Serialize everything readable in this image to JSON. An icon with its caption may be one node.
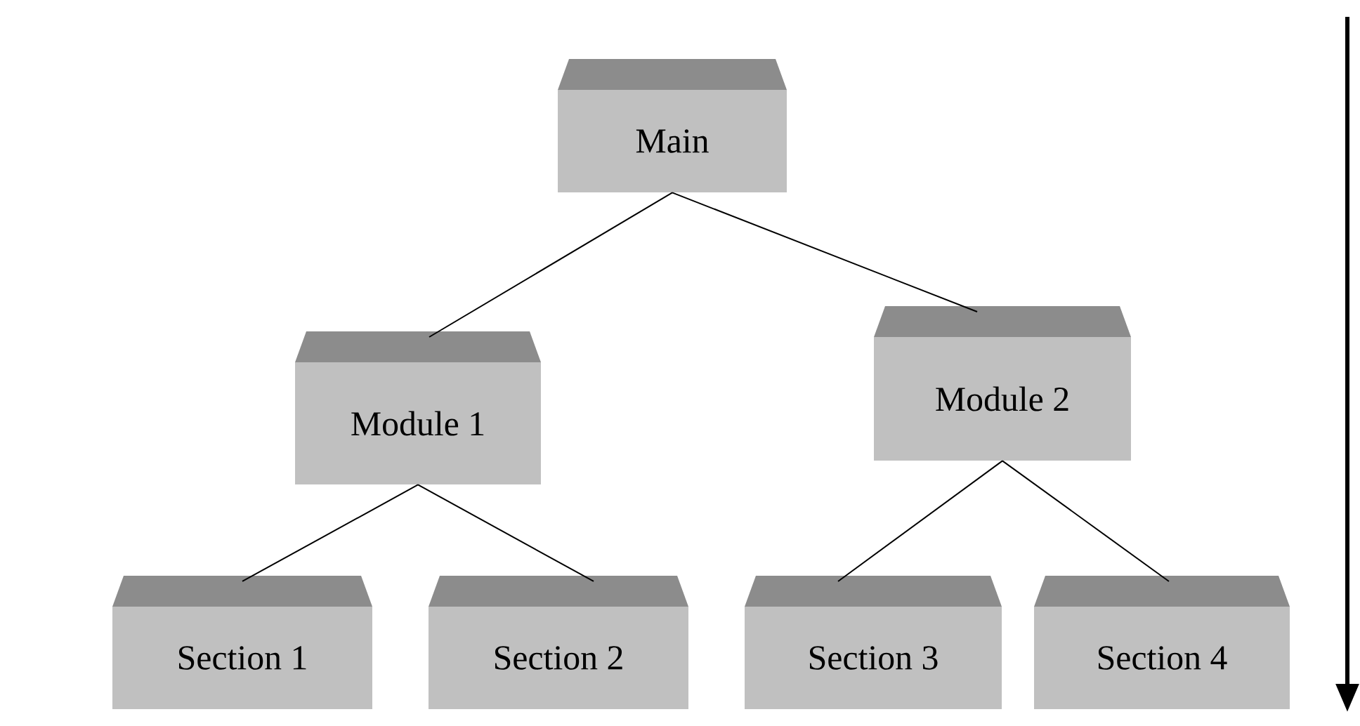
{
  "diagram": {
    "nodes": [
      {
        "text": [
          "Main"
        ]
      },
      {
        "text": [
          "Module 1"
        ]
      },
      {
        "text": [
          "Module 2"
        ]
      },
      {
        "text": [
          "Section 1"
        ]
      },
      {
        "text": [
          "Section 2"
        ]
      },
      {
        "text": [
          "Section 3"
        ]
      },
      {
        "text": [
          "Section 4"
        ]
      }
    ],
    "edges": [
      {
        "from": 0,
        "to": 1,
        "arrow": "none"
      },
      {
        "from": 0,
        "to": 2,
        "arrow": "none"
      },
      {
        "from": 1,
        "to": 3,
        "arrow": "none"
      },
      {
        "from": 1,
        "to": 4,
        "arrow": "none"
      },
      {
        "from": 2,
        "to": 5,
        "arrow": "none"
      },
      {
        "from": 2,
        "to": 6,
        "arrow": "none"
      }
    ]
  }
}
